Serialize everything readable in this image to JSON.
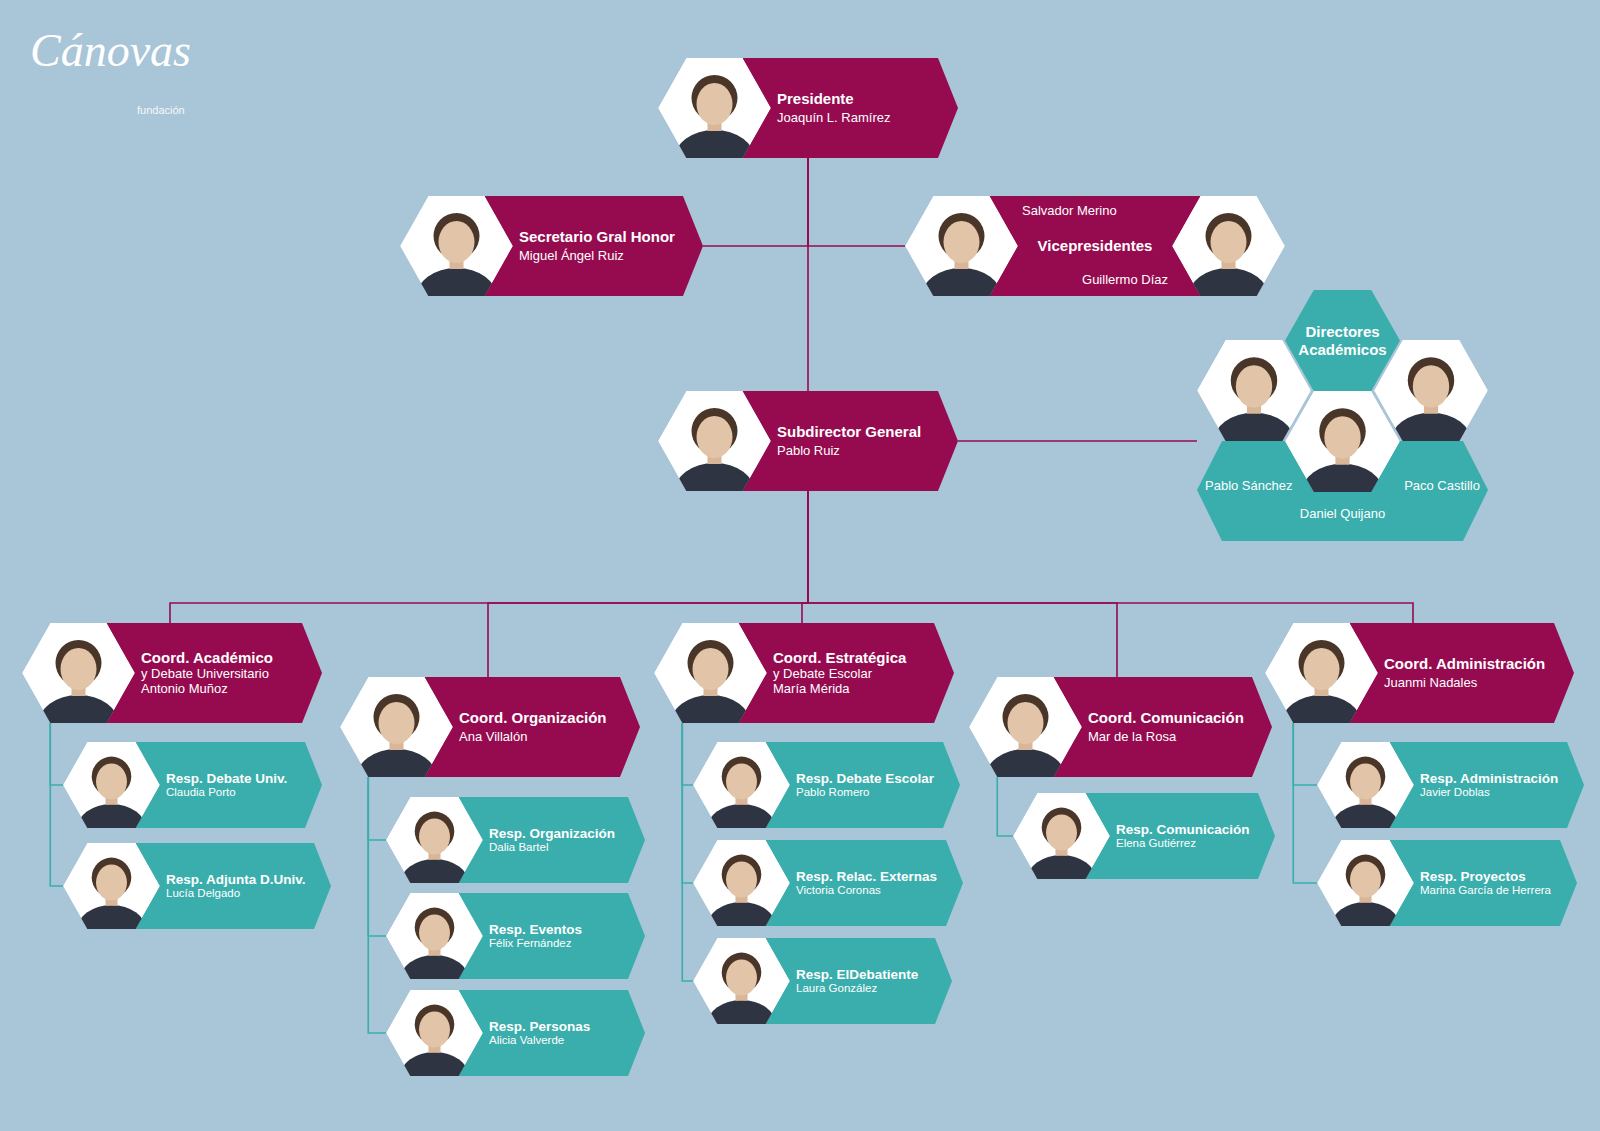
{
  "diagram": {
    "nodes": [
      {
        "text": [
          "Presidente",
          "Joaquín L. Ramírez"
        ]
      },
      {
        "text": [
          "Secretario Gral Honor",
          "Miguel Ángel Ruiz"
        ]
      },
      {
        "text": [
          "Salvador Merino",
          "Vicepresidentes",
          "Guillermo Díaz"
        ]
      },
      {
        "text": [
          "Subdirector General",
          "Pablo Ruiz"
        ]
      },
      {
        "text": [
          "Directores Académicos",
          "Pablo Sánchez",
          "Paco Castillo",
          "Daniel Quijano"
        ]
      },
      {
        "text": [
          "Coord. Académico",
          "y Debate Universitario",
          "Antonio Muñoz"
        ]
      },
      {
        "text": [
          "Coord. Organización",
          "Ana Villalón"
        ]
      },
      {
        "text": [
          "Coord. Estratégica",
          "y Debate Escolar",
          "María Mérida"
        ]
      },
      {
        "text": [
          "Coord. Comunicación",
          "Mar de la Rosa"
        ]
      },
      {
        "text": [
          "Coord. Administración",
          "Juanmi Nadales"
        ]
      },
      {
        "text": [
          "Resp. Debate Univ.",
          "Claudia Porto"
        ]
      },
      {
        "text": [
          "Resp. Adjunta D.Univ.",
          "Lucía Delgado"
        ]
      },
      {
        "text": [
          "Resp. Organización",
          "Dalia Bartel"
        ]
      },
      {
        "text": [
          "Resp. Eventos",
          "Félix Fernández"
        ]
      },
      {
        "text": [
          "Resp. Personas",
          "Alicia Valverde"
        ]
      },
      {
        "text": [
          "Resp. Debate Escolar",
          "Pablo Romero"
        ]
      },
      {
        "text": [
          "Resp. Relac. Externas",
          "Victoria Coronas"
        ]
      },
      {
        "text": [
          "Resp. ElDebatiente",
          "Laura González"
        ]
      },
      {
        "text": [
          "Resp. Comunicación",
          "Elena Gutiérrez"
        ]
      },
      {
        "text": [
          "Resp. Administración",
          "Javier Doblas"
        ]
      },
      {
        "text": [
          "Resp. Proyectos",
          "Marina García de Herrera"
        ]
      }
    ],
    "edges": [
      {
        "from": 0,
        "to": 1,
        "arrow": "none"
      },
      {
        "from": 0,
        "to": 2,
        "arrow": "none"
      },
      {
        "from": 0,
        "to": 3,
        "arrow": "none"
      },
      {
        "from": 3,
        "to": 4,
        "arrow": "none"
      },
      {
        "from": 3,
        "to": 5,
        "arrow": "none"
      },
      {
        "from": 3,
        "to": 6,
        "arrow": "none"
      },
      {
        "from": 3,
        "to": 7,
        "arrow": "none"
      },
      {
        "from": 3,
        "to": 8,
        "arrow": "none"
      },
      {
        "from": 3,
        "to": 9,
        "arrow": "none"
      },
      {
        "from": 5,
        "to": 10,
        "arrow": "none"
      },
      {
        "from": 5,
        "to": 11,
        "arrow": "none"
      },
      {
        "from": 6,
        "to": 12,
        "arrow": "none"
      },
      {
        "from": 6,
        "to": 13,
        "arrow": "none"
      },
      {
        "from": 6,
        "to": 14,
        "arrow": "none"
      },
      {
        "from": 7,
        "to": 15,
        "arrow": "none"
      },
      {
        "from": 7,
        "to": 16,
        "arrow": "none"
      },
      {
        "from": 7,
        "to": 17,
        "arrow": "none"
      },
      {
        "from": 8,
        "to": 18,
        "arrow": "none"
      },
      {
        "from": 9,
        "to": 19,
        "arrow": "none"
      },
      {
        "from": 9,
        "to": 20,
        "arrow": "none"
      }
    ],
    "labels": [
      "Cánovas",
      "fundación"
    ]
  }
}
